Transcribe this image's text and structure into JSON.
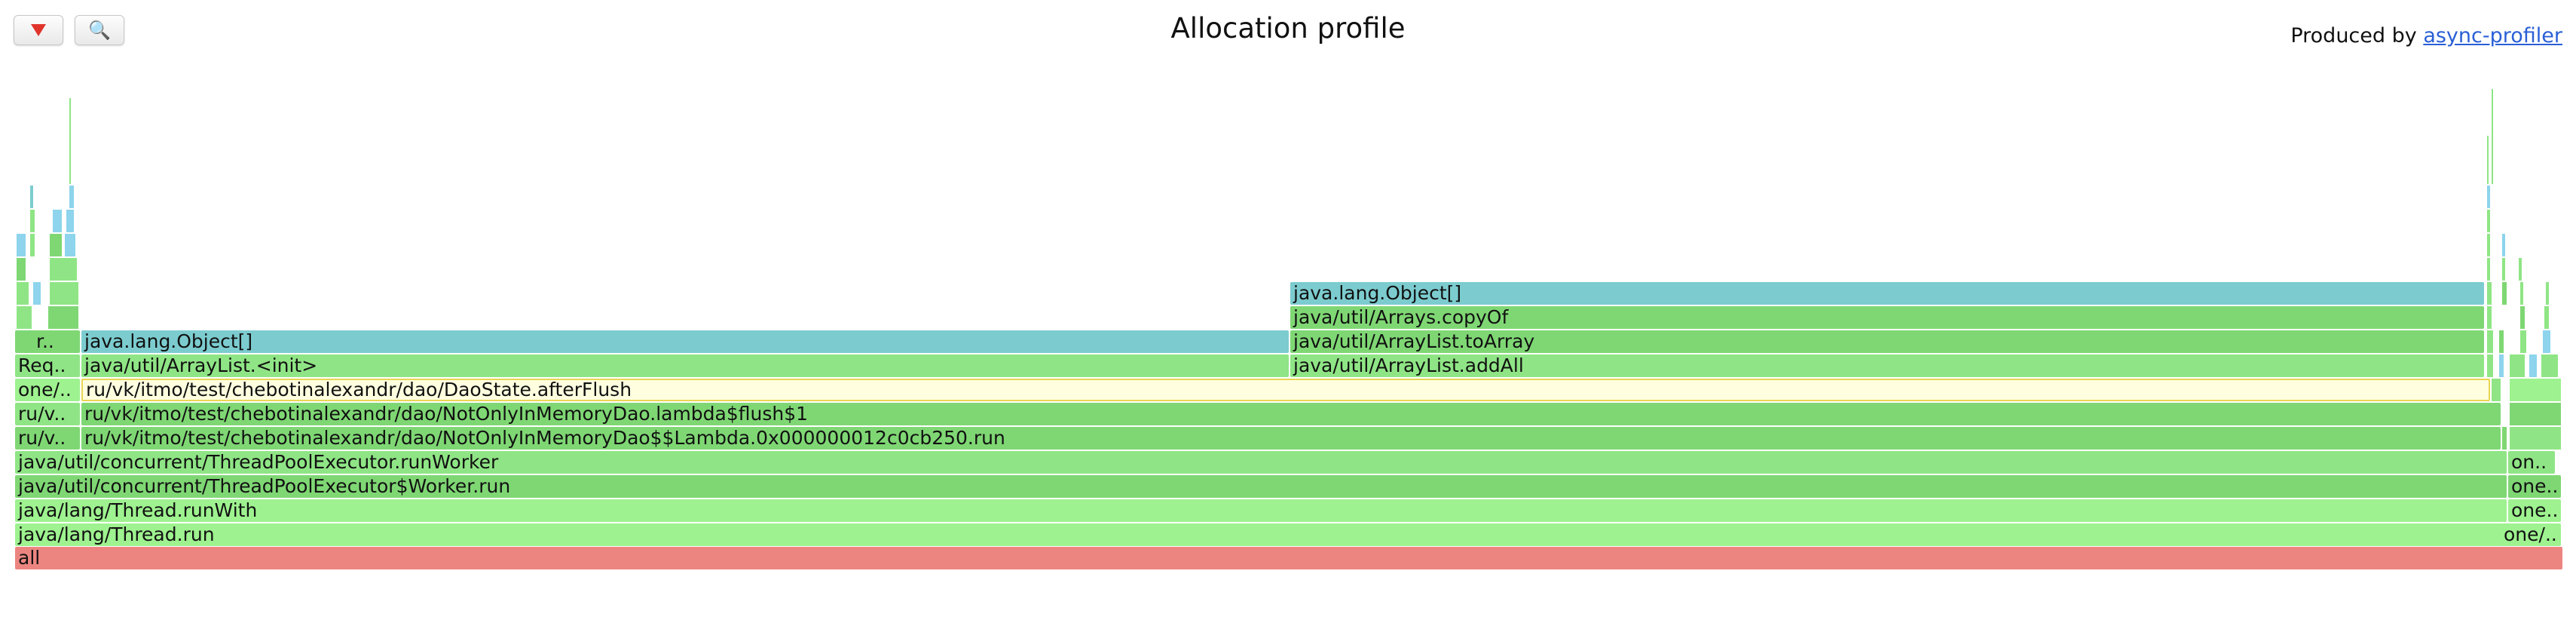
{
  "toolbar": {
    "reverse_icon": "reverse-triangle-icon",
    "search_icon": "magnifier-icon",
    "search_glyph": "🔍"
  },
  "header": {
    "title": "Allocation profile",
    "produced_prefix": "Produced by ",
    "produced_link": "async-profiler"
  },
  "colors": {
    "green": "#8fe585",
    "green_dark": "#7fd774",
    "cyan": "#7ccccf",
    "root_red": "#ec8580",
    "highlight": "#ffffe0"
  },
  "frames": {
    "all": "all",
    "thread_run": "java/lang/Thread.run",
    "thread_run_with": "java/lang/Thread.runWith",
    "worker_run": "java/util/concurrent/ThreadPoolExecutor$Worker.run",
    "run_worker": "java/util/concurrent/ThreadPoolExecutor.runWorker",
    "lambda_run": "ru/vk/itmo/test/chebotinalexandr/dao/NotOnlyInMemoryDao$$Lambda.0x000000012c0cb250.run",
    "lambda_flush": "ru/vk/itmo/test/chebotinalexandr/dao/NotOnlyInMemoryDao.lambda$flush$1",
    "after_flush": "ru/vk/itmo/test/chebotinalexandr/dao/DaoState.afterFlush",
    "arraylist_init": "java/util/ArrayList.<init>",
    "object_array_left": "java.lang.Object[]",
    "add_all": "java/util/ArrayList.addAll",
    "to_array": "java/util/ArrayList.toArray",
    "copy_of": "java/util/Arrays.copyOf",
    "object_array_right": "java.lang.Object[]",
    "left_rv1": "ru/v..",
    "left_rv2": "ru/v..",
    "left_one": "one/..",
    "left_req": "Req..",
    "left_r": "r..",
    "right_one1": "one/..",
    "right_one2": "one..",
    "right_one3": "one..",
    "right_on": "on.."
  }
}
